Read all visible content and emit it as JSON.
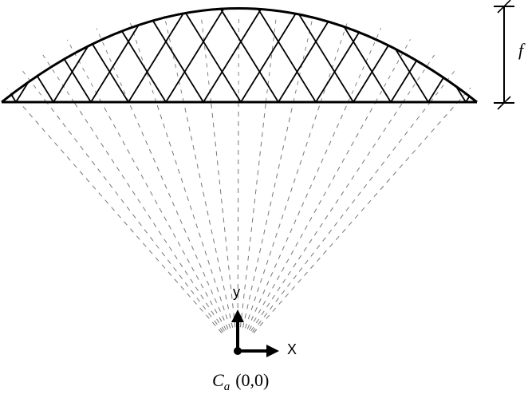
{
  "diagram": {
    "dimension_label": "f",
    "axis_x_label": "X",
    "axis_y_label": "y",
    "center_label_main": "C",
    "center_label_sub": "a",
    "center_coords": "(0,0)",
    "ray_count": 17,
    "colors": {
      "stroke": "#000000",
      "dashed": "#777777",
      "background": "#ffffff"
    }
  }
}
